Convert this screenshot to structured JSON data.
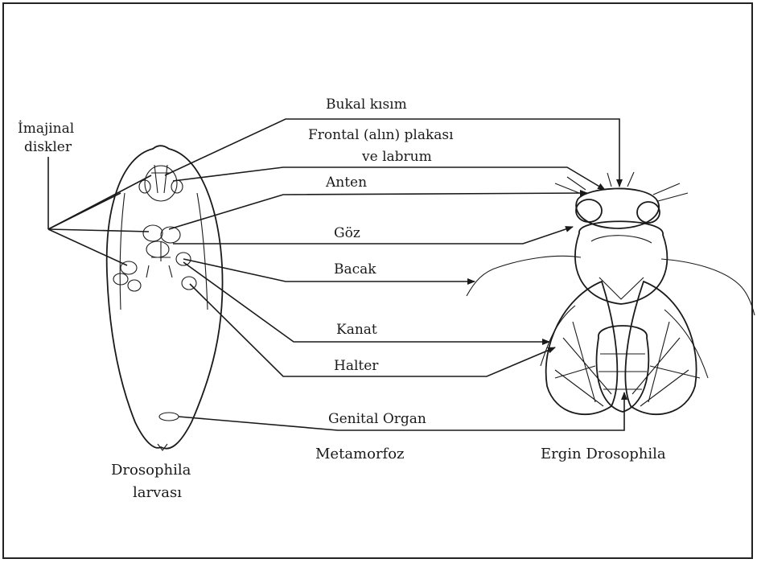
{
  "labels": {
    "imaginal_discs_1": "İmajinal",
    "imaginal_discs_2": "diskler",
    "mouth_part": "Bukal kısım",
    "frontal_1": "Frontal (alın) plakası",
    "frontal_2": "ve labrum",
    "antenna": "Anten",
    "eye": "Göz",
    "leg": "Bacak",
    "wing": "Kanat",
    "haltere": "Halter",
    "genital": "Genital Organ"
  },
  "captions": {
    "larva_1": "Drosophila",
    "larva_2": "larvası",
    "metamorphosis": "Metamorfoz",
    "adult": "Ergin Drosophila"
  }
}
